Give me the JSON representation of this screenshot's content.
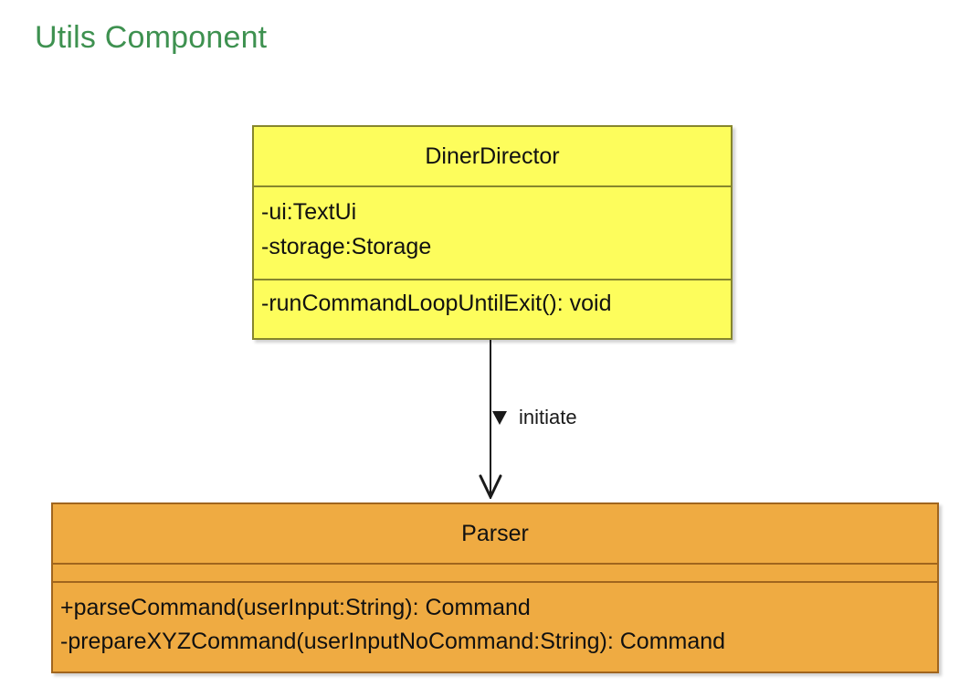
{
  "page": {
    "title": "Utils Component",
    "title_color": "#3e9150",
    "background": "#ffffff"
  },
  "diagram": {
    "type": "uml-class-diagram",
    "classes": [
      {
        "id": "dinerdirector",
        "name": "DinerDirector",
        "fill_color": "#fdfd5c",
        "border_color": "#86862d",
        "attributes": [
          "-ui:TextUi",
          "-storage:Storage"
        ],
        "operations": [
          "-runCommandLoopUntilExit(): void"
        ]
      },
      {
        "id": "parser",
        "name": "Parser",
        "fill_color": "#efab42",
        "border_color": "#a0651e",
        "attributes": [],
        "operations": [
          "+parseCommand(userInput:String): Command",
          "-prepareXYZCommand(userInputNoCommand:String): Command"
        ]
      }
    ],
    "connectors": [
      {
        "id": "initiate",
        "label": "initiate",
        "from": "DinerDirector",
        "to": "Parser",
        "style": "solid-line-open-arrow",
        "color": "#1a1a1a"
      }
    ]
  }
}
